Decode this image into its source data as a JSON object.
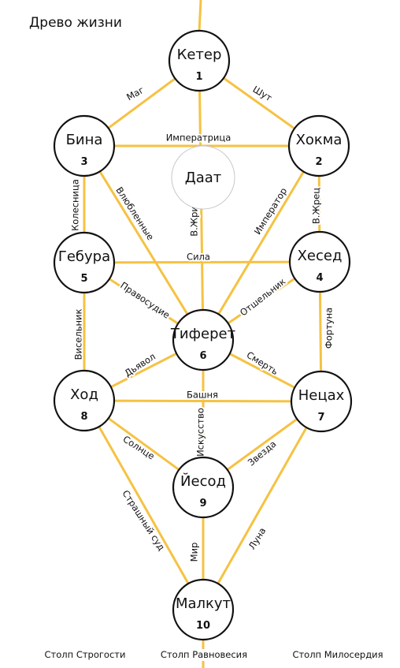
{
  "title": "Древо жизни",
  "colors": {
    "path": "#f5c242",
    "node_stroke": "#111111",
    "hidden_stroke": "#c8c8c8"
  },
  "sephirot": [
    {
      "id": "keter",
      "name": "Кетер",
      "number": "1"
    },
    {
      "id": "hokhma",
      "name": "Хокма",
      "number": "2"
    },
    {
      "id": "bina",
      "name": "Бина",
      "number": "3"
    },
    {
      "id": "hesed",
      "name": "Хесед",
      "number": "4"
    },
    {
      "id": "gebura",
      "name": "Гебура",
      "number": "5"
    },
    {
      "id": "tiferet",
      "name": "Тиферет",
      "number": "6"
    },
    {
      "id": "netsah",
      "name": "Нецах",
      "number": "7"
    },
    {
      "id": "hod",
      "name": "Ход",
      "number": "8"
    },
    {
      "id": "yesod",
      "name": "Йесод",
      "number": "9"
    },
    {
      "id": "malkut",
      "name": "Малкут",
      "number": "10"
    }
  ],
  "hidden_sephira": {
    "id": "daat",
    "name": "Даат"
  },
  "paths": [
    {
      "from": "keter",
      "to": "bina",
      "label": "Маг"
    },
    {
      "from": "keter",
      "to": "hokhma",
      "label": "Шут"
    },
    {
      "from": "bina",
      "to": "hokhma",
      "label": "Императрица"
    },
    {
      "from": "keter",
      "to": "tiferet",
      "label": "В.Жрица"
    },
    {
      "from": "bina",
      "to": "tiferet",
      "label": "Влюбленные"
    },
    {
      "from": "hokhma",
      "to": "tiferet",
      "label": "Император"
    },
    {
      "from": "bina",
      "to": "gebura",
      "label": "Колесница"
    },
    {
      "from": "hokhma",
      "to": "hesed",
      "label": "В.Жрец"
    },
    {
      "from": "gebura",
      "to": "hesed",
      "label": "Сила"
    },
    {
      "from": "gebura",
      "to": "tiferet",
      "label": "Правосудие"
    },
    {
      "from": "hesed",
      "to": "tiferet",
      "label": "Отшельник"
    },
    {
      "from": "gebura",
      "to": "hod",
      "label": "Висельник"
    },
    {
      "from": "hesed",
      "to": "netsah",
      "label": "Фортуна"
    },
    {
      "from": "tiferet",
      "to": "hod",
      "label": "Дьявол"
    },
    {
      "from": "tiferet",
      "to": "netsah",
      "label": "Смерть"
    },
    {
      "from": "hod",
      "to": "netsah",
      "label": "Башня"
    },
    {
      "from": "tiferet",
      "to": "yesod",
      "label": "Искусство"
    },
    {
      "from": "hod",
      "to": "yesod",
      "label": "Солнце"
    },
    {
      "from": "netsah",
      "to": "yesod",
      "label": "Звезда"
    },
    {
      "from": "hod",
      "to": "malkut",
      "label": "Страшный суд"
    },
    {
      "from": "yesod",
      "to": "malkut",
      "label": "Мир"
    },
    {
      "from": "netsah",
      "to": "malkut",
      "label": "Луна"
    }
  ],
  "pillars": [
    {
      "id": "severity",
      "label": "Столп Строгости"
    },
    {
      "id": "balance",
      "label": "Столп Равновесия"
    },
    {
      "id": "mercy",
      "label": "Столп Милосердия"
    }
  ]
}
